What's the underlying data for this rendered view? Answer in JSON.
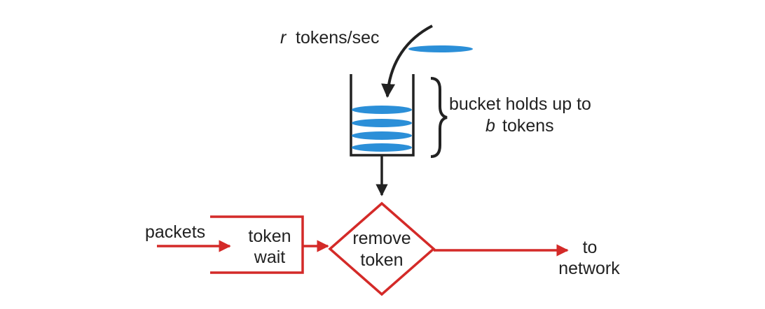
{
  "labels": {
    "rate_var": "r",
    "rate_unit": "tokens/sec",
    "capacity_line1": "bucket holds up to",
    "capacity_var": "b",
    "capacity_unit": "tokens",
    "packets": "packets",
    "token_wait_line1": "token",
    "token_wait_line2": "wait",
    "remove_line1": "remove",
    "remove_line2": "token",
    "network_line1": "to",
    "network_line2": "network"
  },
  "colors": {
    "token": "#2b8fd8",
    "flow": "#d42a28",
    "ink": "#222222"
  }
}
